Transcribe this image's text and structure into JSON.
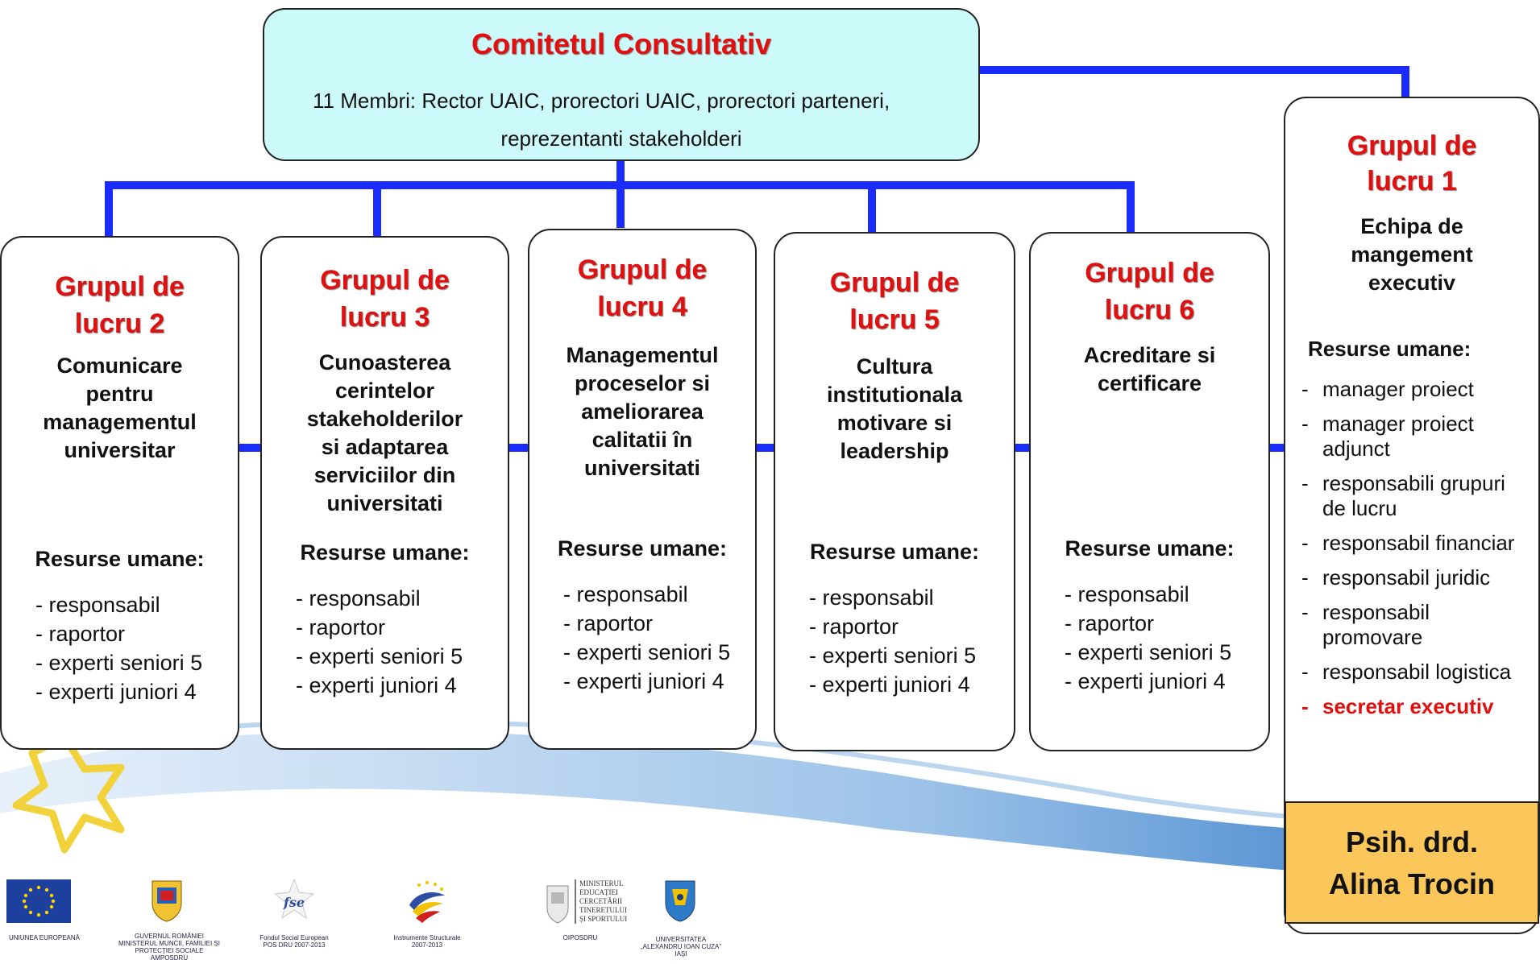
{
  "committee": {
    "title": "Comitetul Consultativ",
    "line1": "11 Membri: Rector UAIC, prorectori UAIC, prorectori parteneri,",
    "line2": "reprezentanti stakeholderi"
  },
  "groups": [
    {
      "title1": "Grupul de",
      "title2": "lucru 2",
      "subtitle": [
        "Comunicare",
        "pentru",
        "managementul",
        "universitar"
      ],
      "res_heading": "Resurse umane:",
      "res_items": [
        "responsabil",
        "raportor",
        "experti seniori 5",
        "experti juniori 4"
      ]
    },
    {
      "title1": "Grupul de",
      "title2": "lucru 3",
      "subtitle": [
        "Cunoasterea",
        "cerintelor",
        "stakeholderilor",
        "si adaptarea",
        "serviciilor din",
        "universitati"
      ],
      "res_heading": "Resurse umane:",
      "res_items": [
        "responsabil",
        "raportor",
        "experti seniori 5",
        "experti juniori 4"
      ]
    },
    {
      "title1": "Grupul de",
      "title2": "lucru 4",
      "subtitle": [
        "Managementul",
        "proceselor si",
        "ameliorarea",
        "calitatii în",
        "universitati"
      ],
      "res_heading": "Resurse umane:",
      "res_items": [
        "responsabil",
        "raportor",
        "experti seniori 5",
        "experti juniori 4"
      ]
    },
    {
      "title1": "Grupul de",
      "title2": "lucru 5",
      "subtitle": [
        "Cultura",
        "institutionala",
        "motivare si",
        "leadership"
      ],
      "res_heading": "Resurse umane:",
      "res_items": [
        "responsabil",
        "raportor",
        "experti seniori 5",
        "experti juniori 4"
      ]
    },
    {
      "title1": "Grupul de",
      "title2": "lucru 6",
      "subtitle": [
        "Acreditare si",
        "certificare"
      ],
      "res_heading": "Resurse umane:",
      "res_items": [
        "responsabil",
        "raportor",
        "experti seniori 5",
        "experti juniori 4"
      ]
    }
  ],
  "exec": {
    "title1": "Grupul de",
    "title2": "lucru 1",
    "subtitle": [
      "Echipa de",
      "mangement",
      "executiv"
    ],
    "res_heading": "Resurse umane:",
    "items": [
      "manager proiect",
      "manager proiect adjunct",
      "responsabili grupuri de lucru",
      "responsabil financiar",
      "responsabil juridic",
      "responsabil promovare",
      "responsabil logistica"
    ],
    "highlight_item": "secretar executiv"
  },
  "name_box": {
    "line1": "Psih. drd.",
    "line2": "Alina Trocin"
  },
  "logos": [
    {
      "icon": "eu-flag-icon",
      "caption": [
        "UNIUNEA EUROPEANĂ"
      ]
    },
    {
      "icon": "romania-coat-of-arms-icon",
      "caption": [
        "GUVERNUL ROMÂNIEI",
        "MINISTERUL MUNCII, FAMILIEI ȘI",
        "PROTECȚIEI SOCIALE",
        "AMPOSDRU"
      ]
    },
    {
      "icon": "fse-logo-icon",
      "mark": "fse",
      "caption": [
        "Fondul Social European",
        "POS DRU 2007-2013"
      ]
    },
    {
      "icon": "instrumente-structurale-icon",
      "caption": [
        "Instrumente Structurale",
        "2007-2013"
      ]
    },
    {
      "icon": "ministry-education-icon",
      "mark": [
        "MINISTERUL",
        "EDUCAȚIEI",
        "CERCETĂRII",
        "TINERETULUI",
        "ȘI SPORTULUI"
      ],
      "caption": [
        "OIPOSDRU"
      ]
    },
    {
      "icon": "uaic-crest-icon",
      "caption": [
        "UNIVERSITATEA",
        "„ALEXANDRU IOAN CUZA”",
        "IAȘI"
      ]
    }
  ],
  "colors": {
    "connector": "#1a2cff",
    "group_title": "#e01010",
    "committee_fill": "#ccfafb",
    "name_box_fill": "#fbc75a"
  }
}
